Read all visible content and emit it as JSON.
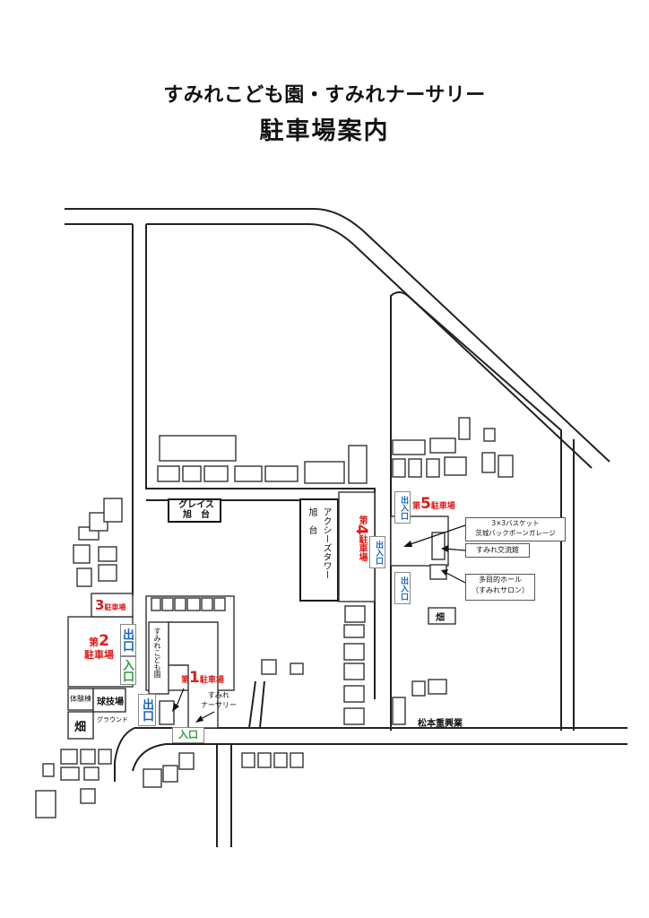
{
  "title": "すみれこども園・すみれナーサリー",
  "subtitle": "駐車場案内",
  "labels": {
    "grace": "グレイス\n旭　台",
    "axis_tower": "アクシーズタワー\n旭　台",
    "kodomoen": "すみれこども園",
    "nursery": "すみれ\nナーサリー",
    "gym": "体験棟",
    "ballfield": "球技場",
    "ground": "グラウンド",
    "field1": "畑",
    "field2": "畑",
    "matsumoto": "松本重興業",
    "basket": "3×3バスケット\n茨城バックボーンガレージ",
    "koryukan": "すみれ交流館",
    "hall": "多目的ホール\n（すみれサロン）"
  },
  "parking": {
    "p1_prefix": "第",
    "p1_num": "1",
    "p1_suffix": "駐車場",
    "p2_prefix": "第",
    "p2_num": "2",
    "p2_suffix": "駐車場",
    "p3_num": "3",
    "p3_suffix": "駐車場",
    "p4_prefix": "第",
    "p4_num": "4",
    "p4_suffix": "駐車場",
    "p5_prefix": "第",
    "p5_num": "5",
    "p5_suffix": "駐車場"
  },
  "signs": {
    "exit": "出口",
    "entrance": "入口",
    "in_out": "出入口"
  },
  "colors": {
    "parking": "#e01b1b",
    "exit": "#1565c0",
    "entrance": "#2e9d3a"
  }
}
